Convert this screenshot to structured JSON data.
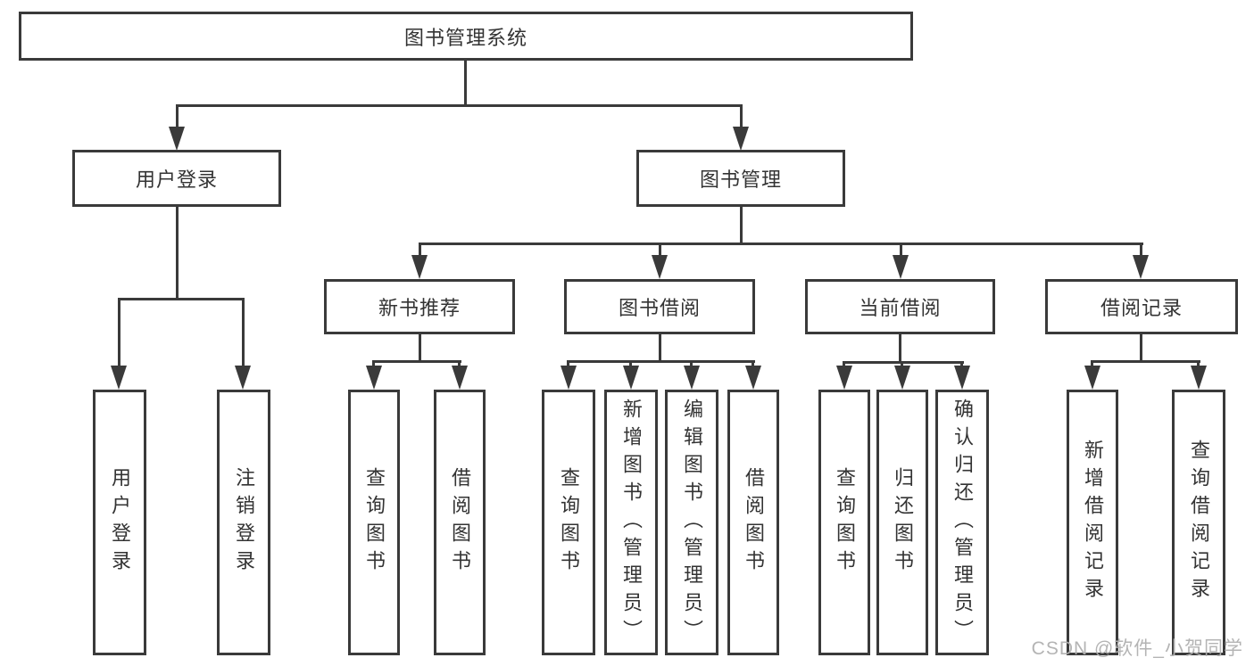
{
  "colors": {
    "line": "#3a3a3a",
    "text": "#333333",
    "box_background": "#ffffff",
    "watermark": "#b0b0b0"
  },
  "watermark": {
    "text": "CSDN @软件_小贺同学"
  },
  "tree": {
    "root": {
      "label": "图书管理系统"
    },
    "branches": [
      {
        "label": "用户登录",
        "leaves": [
          {
            "label": "用户登录"
          },
          {
            "label": "注销登录"
          }
        ]
      },
      {
        "label": "图书管理",
        "groups": [
          {
            "label": "新书推荐",
            "leaves": [
              {
                "label": "查询图书"
              },
              {
                "label": "借阅图书"
              }
            ]
          },
          {
            "label": "图书借阅",
            "leaves": [
              {
                "label": "查询图书"
              },
              {
                "label": "新增图书（管理员）"
              },
              {
                "label": "编辑图书（管理员）"
              },
              {
                "label": "借阅图书"
              }
            ]
          },
          {
            "label": "当前借阅",
            "leaves": [
              {
                "label": "查询图书"
              },
              {
                "label": "归还图书"
              },
              {
                "label": "确认归还（管理员）"
              }
            ]
          },
          {
            "label": "借阅记录",
            "leaves": [
              {
                "label": "新增借阅记录"
              },
              {
                "label": "查询借阅记录"
              }
            ]
          }
        ]
      }
    ]
  }
}
